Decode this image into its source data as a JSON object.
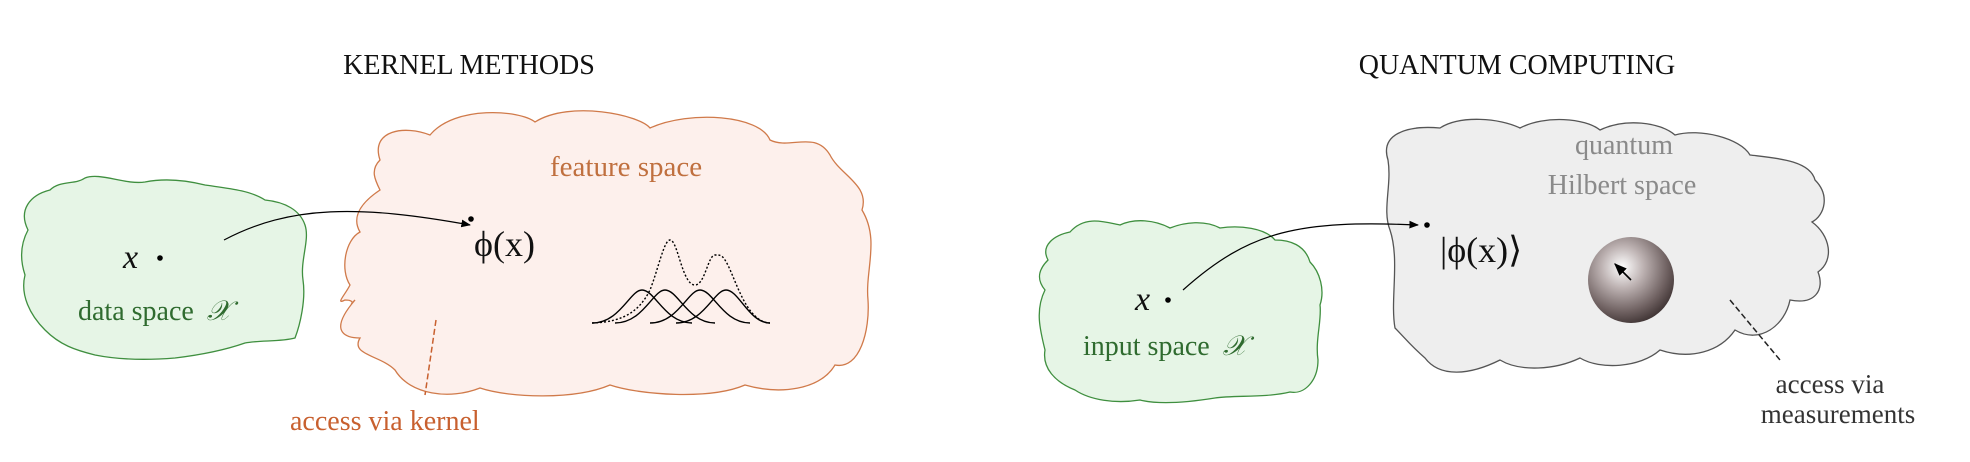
{
  "left": {
    "title": "KERNEL METHODS",
    "data_space_label": "data space",
    "data_space_symbol": "𝒳",
    "point_label": "x",
    "feature_space_label": "feature space",
    "feature_point_label": "ϕ(x)",
    "access_label": "access via kernel"
  },
  "right": {
    "title": "QUANTUM COMPUTING",
    "input_space_label": "input space",
    "input_space_symbol": "𝒳",
    "point_label": "x",
    "hilbert_line1": "quantum",
    "hilbert_line2": "Hilbert space",
    "state_label": "|ϕ(x)⟩",
    "access_line1": "access via",
    "access_line2": "measurements"
  },
  "colors": {
    "green_fill": "#e6f5e6",
    "green_stroke": "#3f8f3f",
    "green_text": "#2f6b2f",
    "salmon_fill": "#fdf0ec",
    "salmon_stroke": "#d07a4a",
    "salmon_text": "#c0703f",
    "access_text": "#c8602f",
    "gray_fill": "#eeeeee",
    "gray_stroke": "#555555",
    "gray_text": "#8a8a8a"
  }
}
